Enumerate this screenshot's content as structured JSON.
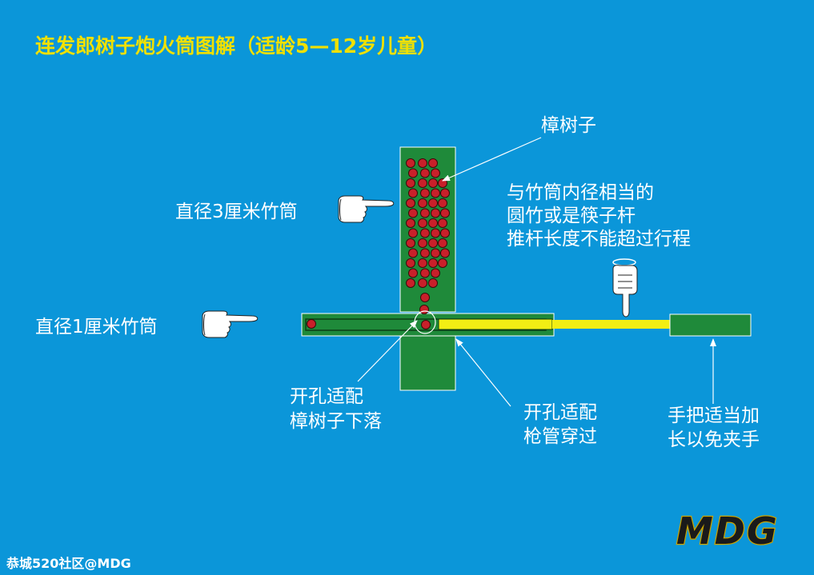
{
  "title": "连发郎树子炮火筒图解（适龄5—12岁儿童）",
  "labels": {
    "seeds": "樟树子",
    "tube_3cm": "直径3厘米竹筒",
    "tube_1cm": "直径1厘米竹筒",
    "pusher_line1": "与竹筒内径相当的",
    "pusher_line2": "圆竹或是筷子杆",
    "pusher_line3": "推杆长度不能超过行程",
    "hole_drop_line1": "开孔适配",
    "hole_drop_line2": "樟树子下落",
    "hole_pass_line1": "开孔适配",
    "hole_pass_line2": "枪管穿过",
    "handle_line1": "手把适当加",
    "handle_line2": "长以免夹手"
  },
  "logo": "MDG",
  "watermark": "恭城520社区@MDG",
  "colors": {
    "background": "#0b96d9",
    "tube_green": "#1f8a3a",
    "seed_red": "#c8202a",
    "rod_yellow": "#f2ee14",
    "title_yellow": "#f0e000",
    "text_white": "#ffffff"
  }
}
